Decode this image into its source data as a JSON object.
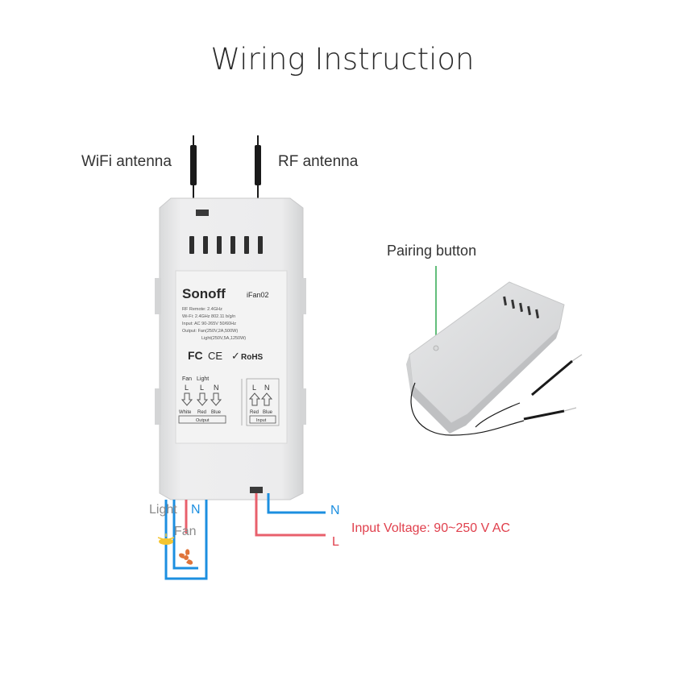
{
  "title": "Wiring Instruction",
  "labels": {
    "wifi_antenna": "WiFi antenna",
    "rf_antenna": "RF antenna",
    "pairing_button": "Pairing button",
    "light": "Light",
    "fan": "Fan",
    "n_left": "N",
    "n_right": "N",
    "l_right": "L",
    "input_voltage": "Input Voltage: 90~250 V AC"
  },
  "device": {
    "brand": "Sonoff",
    "model": "iFan02",
    "spec_lines": [
      "RF Remote: 2.4GHz",
      "Wi-Fi: 2.4GHz  802.11 b/g/n",
      "Input: AC 90-265V  50/60Hz",
      "Output: Fan(250V,2A,500W)",
      "Light(250V,5A,1250W)"
    ],
    "certs": {
      "fc": "FC",
      "ce": "CE",
      "rohs": "RoHS"
    },
    "output_group": {
      "header_fan": "Fan",
      "header_light": "Light",
      "terminals": [
        "L",
        "L",
        "N"
      ],
      "colors": [
        "White",
        "Red",
        "Blue"
      ],
      "caption": "Output"
    },
    "input_group": {
      "terminals": [
        "L",
        "N"
      ],
      "colors": [
        "Red",
        "Blue"
      ],
      "caption": "Input"
    }
  },
  "colors": {
    "wire_blue": "#1c8fe0",
    "wire_red": "#e8606c",
    "pair_line": "#2fa84f",
    "device_body": "#e9eaea",
    "text_red": "#e0404d"
  }
}
